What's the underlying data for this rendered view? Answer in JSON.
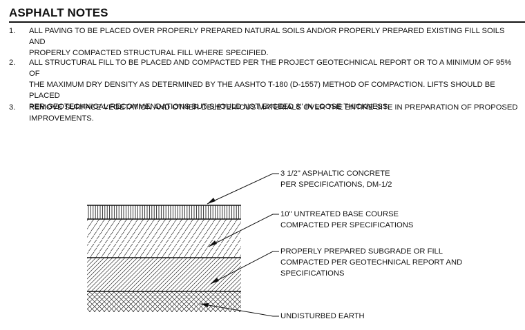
{
  "title": "ASPHALT NOTES",
  "notes": [
    {
      "number": "1.",
      "lines": [
        "ALL PAVING TO BE PLACED OVER PROPERLY PREPARED NATURAL SOILS AND/OR PROPERLY PREPARED EXISTING FILL SOILS AND",
        "PROPERLY COMPACTED STRUCTURAL FILL WHERE SPECIFIED."
      ]
    },
    {
      "number": "2.",
      "lines": [
        "ALL STRUCTURAL FILL TO BE PLACED AND COMPACTED PER THE PROJECT GEOTECHNICAL REPORT OR TO A MINIMUM OF 95% OF",
        "THE MAXIMUM DRY DENSITY AS DETERMINED BY THE AASHTO T-180 (D-1557) METHOD OF COMPACTION. LIFTS SHOULD BE PLACED",
        "PER GEOTECHNICAL RECOMMENDATIONS BUT SHOULD NOT EXCEED 8\" IN LOOSE THICKNESS."
      ]
    },
    {
      "number": "3.",
      "lines": [
        "REMOVE SURFACE VEGETATION AND OTHER DELETERIOUS MATERIALS OVER THE ENTIRE SITE IN PREPARATION OF PROPOSED",
        "IMPROVEMENTS."
      ]
    }
  ],
  "section_labels": {
    "concrete": [
      "3 1/2\" ASPHALTIC CONCRETE",
      "PER SPECIFICATIONS, DM-1/2"
    ],
    "base": [
      "10\" UNTREATED BASE COURSE",
      "COMPACTED PER SPECIFICATIONS"
    ],
    "subgrade": [
      "PROPERLY PREPARED SUBGRADE OR FILL",
      "COMPACTED PER GEOTECHNICAL REPORT AND",
      "SPECIFICATIONS"
    ],
    "earth": [
      "UNDISTURBED EARTH"
    ]
  },
  "line_color": "#111111"
}
